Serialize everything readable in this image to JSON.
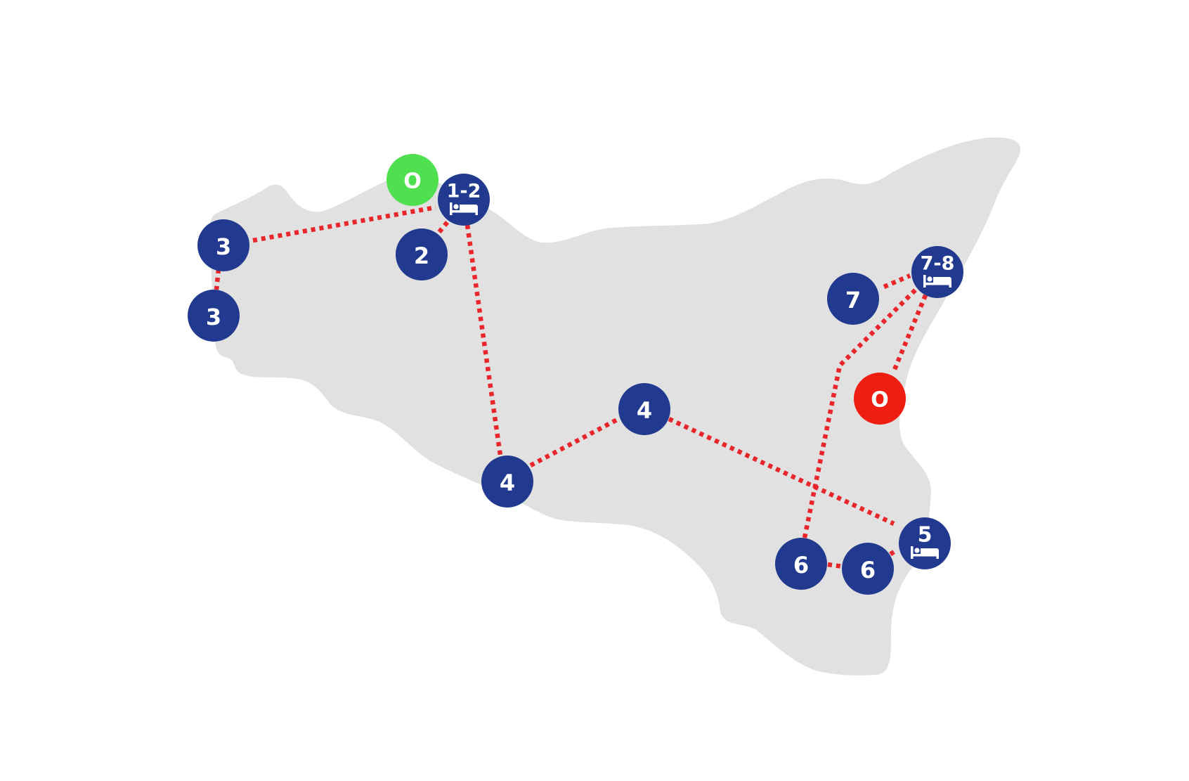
{
  "colors": {
    "island": "#e1e1e1",
    "stop": "#213a8f",
    "start": "#4fe04f",
    "end": "#ee1e12",
    "route": "#e8262b",
    "label": "#ffffff"
  },
  "markers": {
    "start_label": "O",
    "end_label": "O"
  },
  "stops": [
    {
      "label": "1-2",
      "overnight": true
    },
    {
      "label": "2",
      "overnight": false
    },
    {
      "label": "3",
      "overnight": false
    },
    {
      "label": "3",
      "overnight": false
    },
    {
      "label": "4",
      "overnight": false
    },
    {
      "label": "4",
      "overnight": false
    },
    {
      "label": "5",
      "overnight": true
    },
    {
      "label": "6",
      "overnight": false
    },
    {
      "label": "6",
      "overnight": false
    },
    {
      "label": "7",
      "overnight": false
    },
    {
      "label": "7-8",
      "overnight": true
    }
  ],
  "overnight_icon": "bed-icon"
}
